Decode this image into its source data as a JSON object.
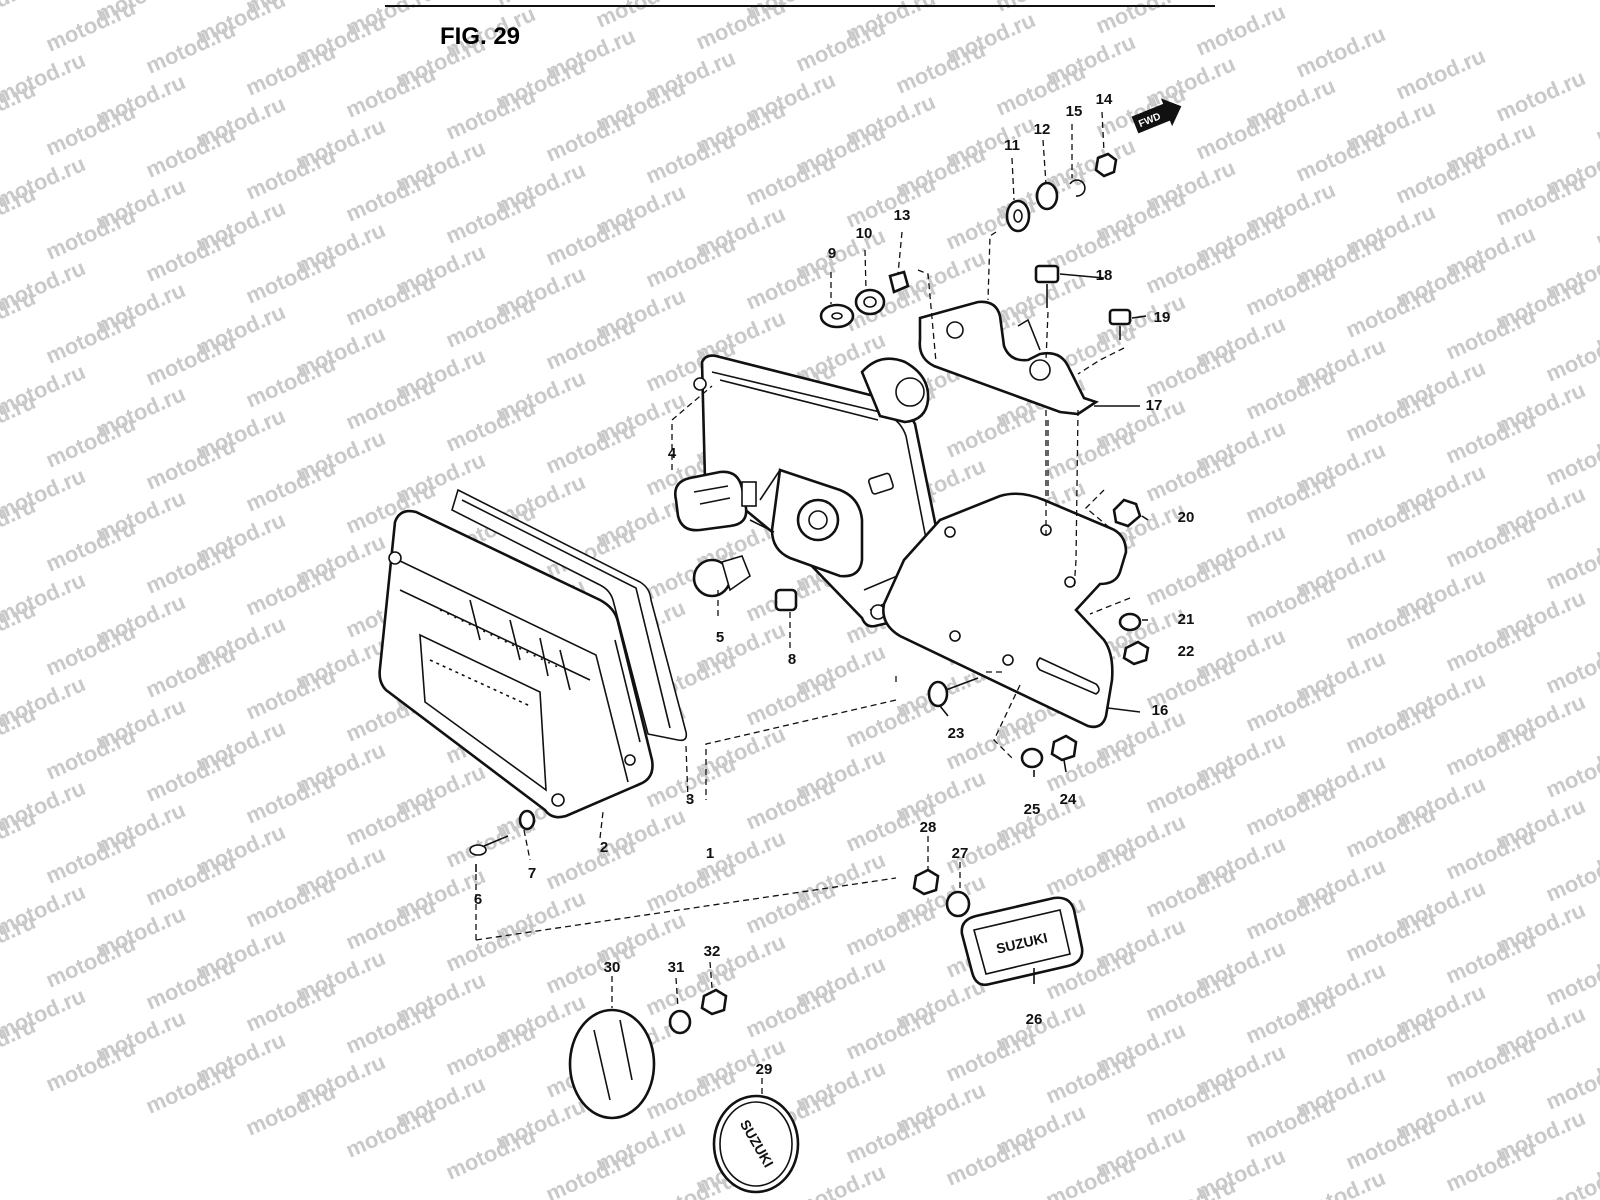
{
  "figure": {
    "title": "FIG. 29"
  },
  "watermark": {
    "text": "motod.ru"
  },
  "direction_tag": {
    "text": "FWD"
  },
  "emblem_text": "SUZUKI",
  "parts": [
    {
      "n": "1"
    },
    {
      "n": "2"
    },
    {
      "n": "3"
    },
    {
      "n": "4"
    },
    {
      "n": "5"
    },
    {
      "n": "6"
    },
    {
      "n": "7"
    },
    {
      "n": "8"
    },
    {
      "n": "9"
    },
    {
      "n": "10"
    },
    {
      "n": "11"
    },
    {
      "n": "12"
    },
    {
      "n": "13"
    },
    {
      "n": "14"
    },
    {
      "n": "15"
    },
    {
      "n": "16"
    },
    {
      "n": "17"
    },
    {
      "n": "18"
    },
    {
      "n": "19"
    },
    {
      "n": "20"
    },
    {
      "n": "21"
    },
    {
      "n": "22"
    },
    {
      "n": "23"
    },
    {
      "n": "24"
    },
    {
      "n": "25"
    },
    {
      "n": "26"
    },
    {
      "n": "27"
    },
    {
      "n": "28"
    },
    {
      "n": "29"
    },
    {
      "n": "30"
    },
    {
      "n": "31"
    },
    {
      "n": "32"
    }
  ]
}
